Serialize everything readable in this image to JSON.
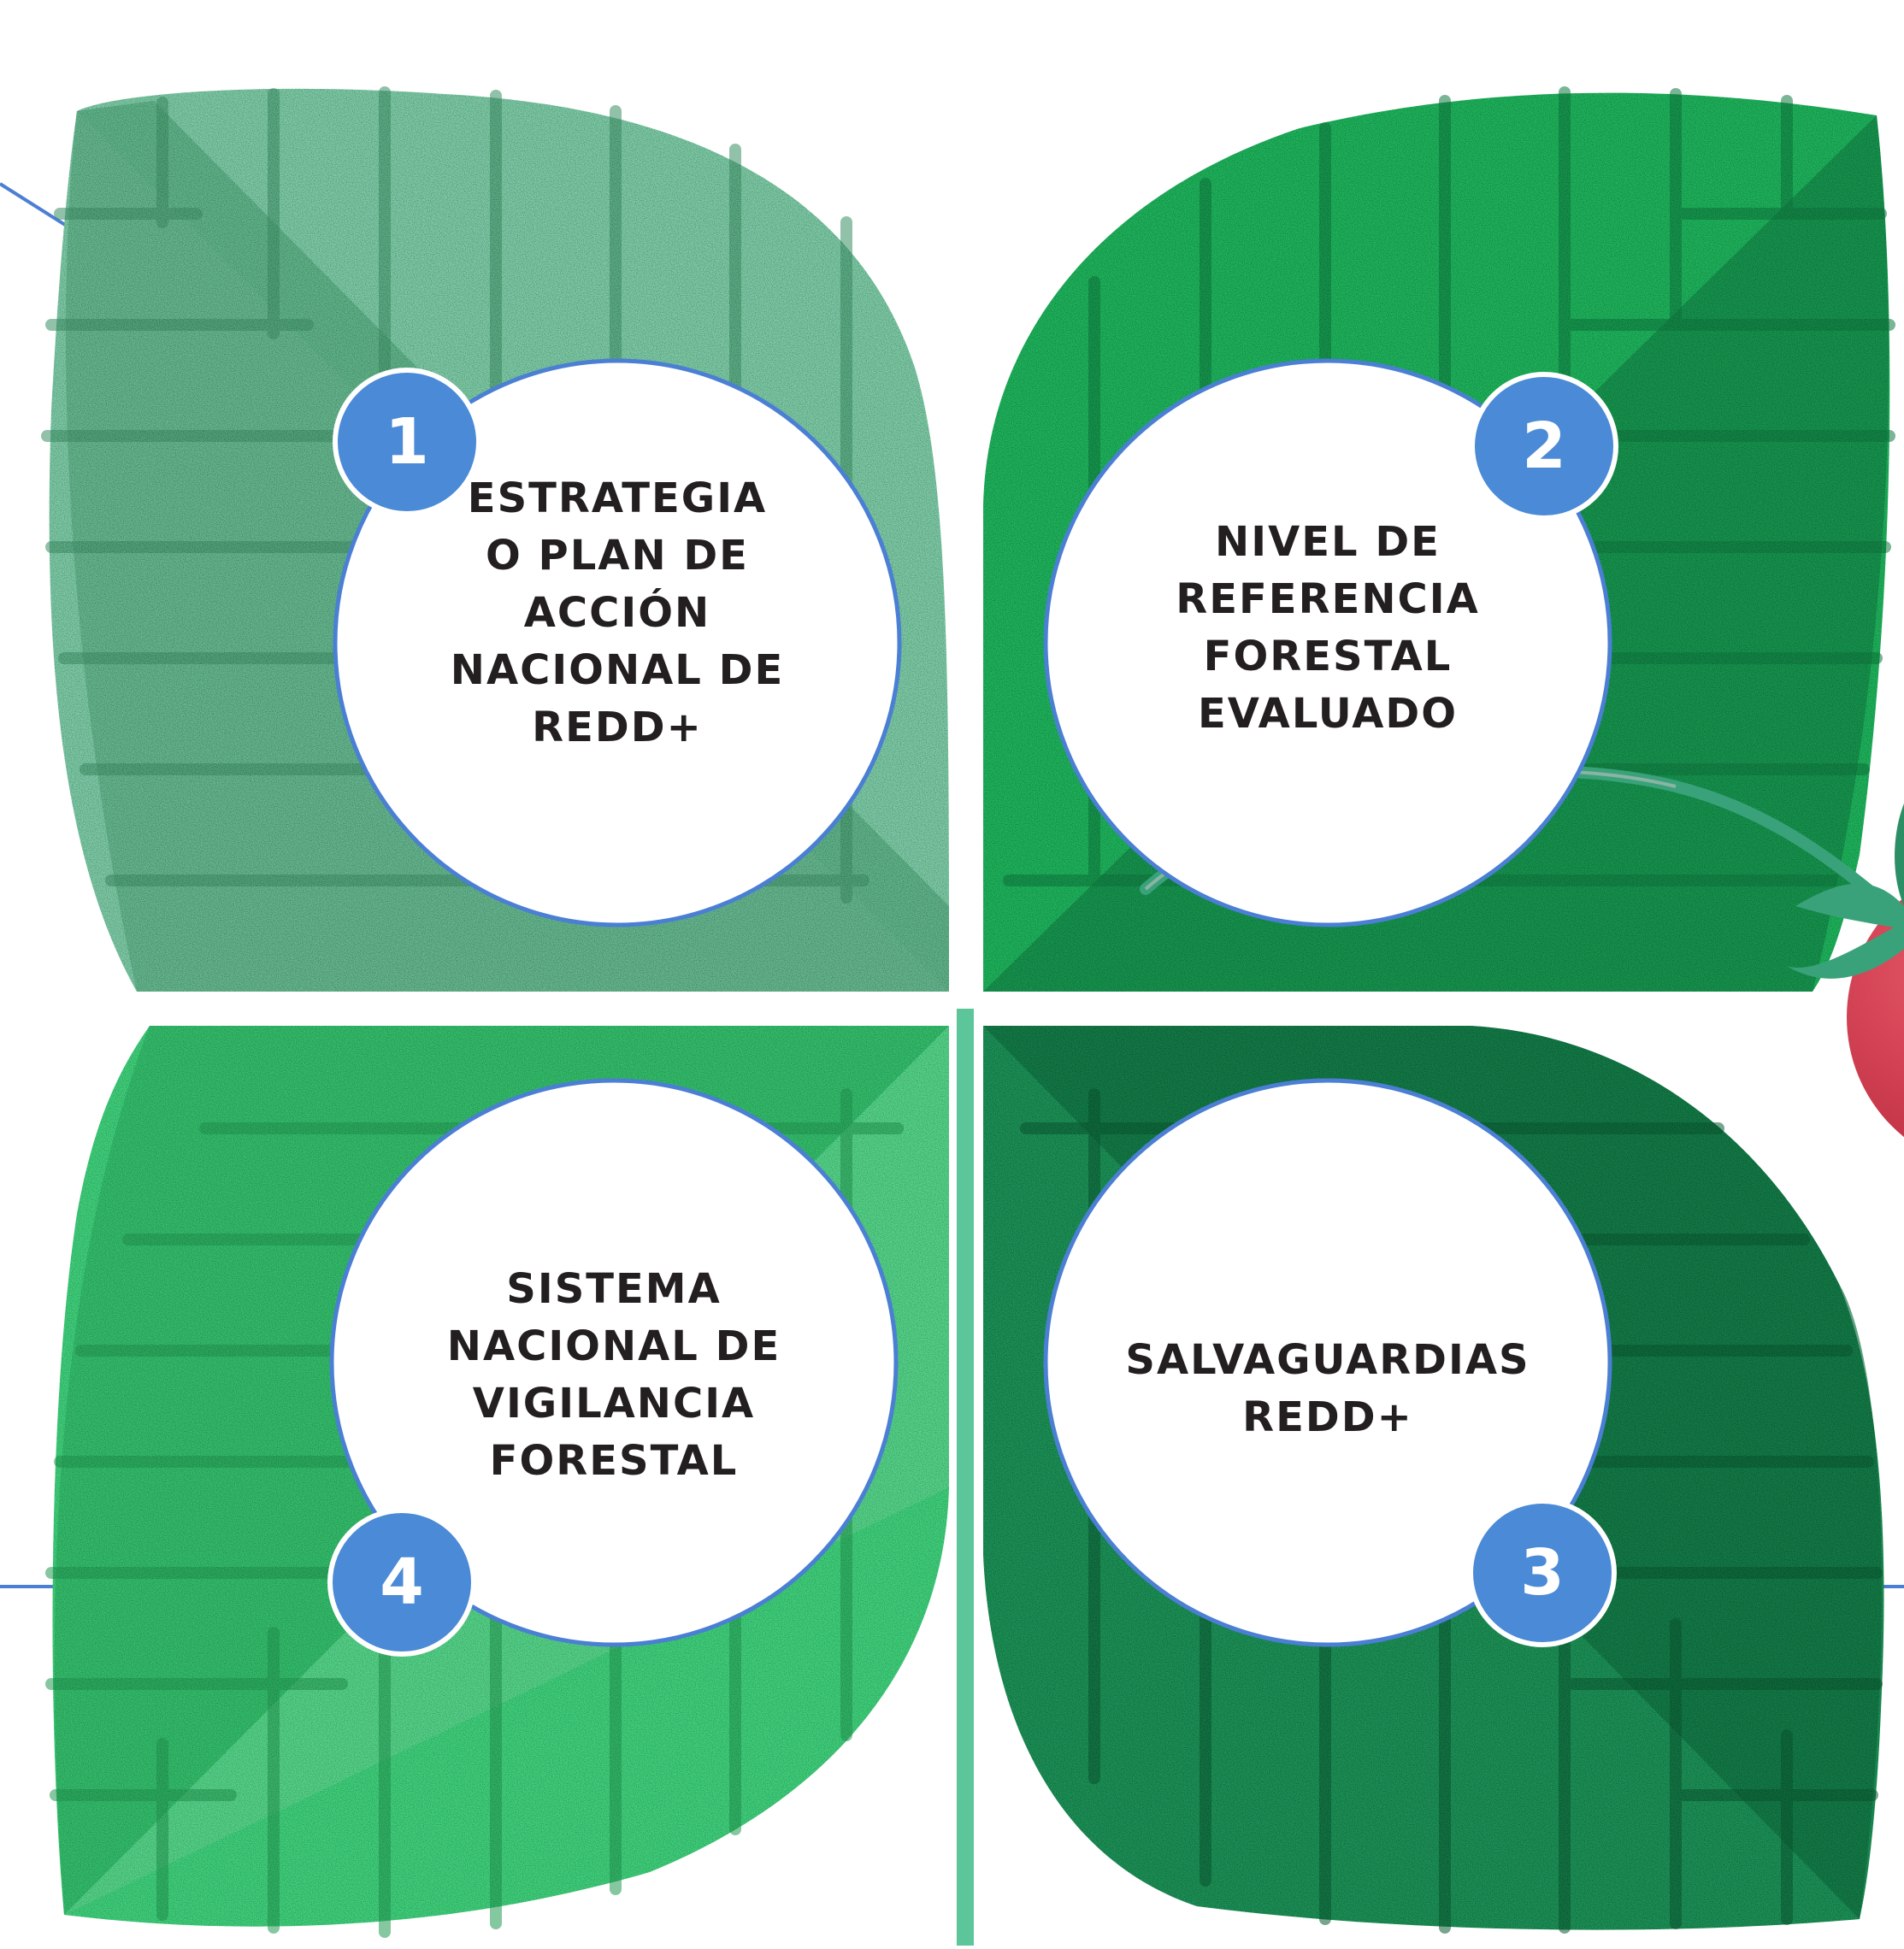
{
  "colors": {
    "background": "#ffffff",
    "leaf_1_light": "#78c9a3",
    "leaf_1_dark": "#3f9d6e",
    "leaf_2": "#1eb45c",
    "leaf_2_dark": "#14894a",
    "leaf_3": "#1c9257",
    "leaf_3_dark": "#0f6f3f",
    "leaf_4": "#3fd07b",
    "leaf_4_dark": "#22a55a",
    "badge": "#4a8ad6",
    "circle_stroke": "#4a7fd4",
    "connector_line": "#4a7fd4",
    "text": "#231f20",
    "berry": "#d7374d",
    "stem": "#3aa27a"
  },
  "diagram": {
    "items": [
      {
        "number": "1",
        "lines": [
          "ESTRATEGIA",
          "O PLAN DE",
          "ACCIÓN",
          "NACIONAL DE",
          "REDD+"
        ],
        "badge_icon": "number-badge-icon"
      },
      {
        "number": "2",
        "lines": [
          "NIVEL DE",
          "REFERENCIA",
          "FORESTAL",
          "EVALUADO"
        ],
        "badge_icon": "number-badge-icon"
      },
      {
        "number": "3",
        "lines": [
          "SALVAGUARDIAS",
          "REDD+"
        ],
        "badge_icon": "number-badge-icon"
      },
      {
        "number": "4",
        "lines": [
          "SISTEMA",
          "NACIONAL DE",
          "VIGILANCIA",
          "FORESTAL"
        ],
        "badge_icon": "number-badge-icon"
      }
    ],
    "decorations": [
      "leaf-icon",
      "leaf-icon",
      "leaf-icon",
      "leaf-icon",
      "berry-icon",
      "stem-icon"
    ]
  }
}
